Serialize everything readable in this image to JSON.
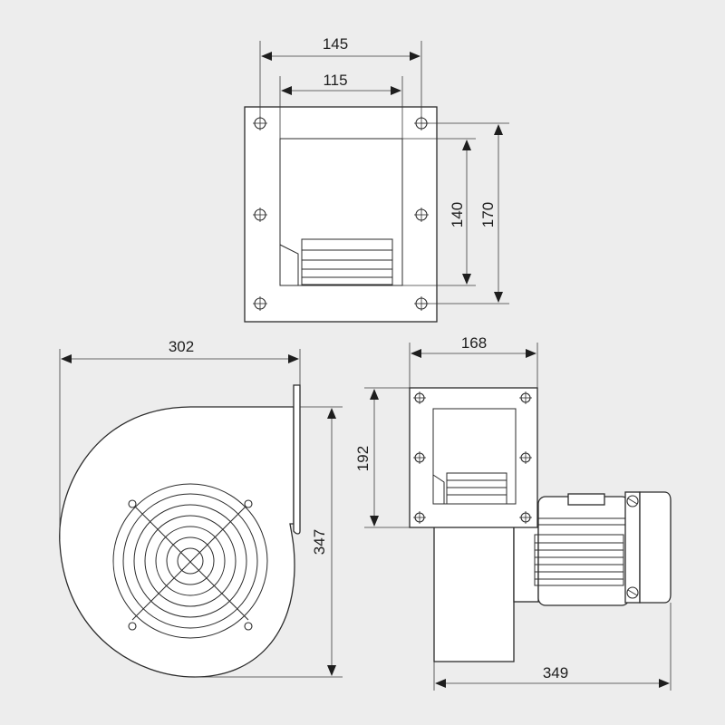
{
  "views": {
    "top_flange": {
      "dim_width_outer": "145",
      "dim_width_inner": "115",
      "dim_height_inner": "140",
      "dim_height_outer": "170"
    },
    "side": {
      "dim_width": "302",
      "dim_height": "347"
    },
    "front": {
      "dim_flange_width": "168",
      "dim_flange_height": "192",
      "dim_total_depth": "349"
    }
  },
  "colors": {
    "background": "#ededed",
    "line": "#2b2b2b",
    "fill": "#ffffff"
  }
}
